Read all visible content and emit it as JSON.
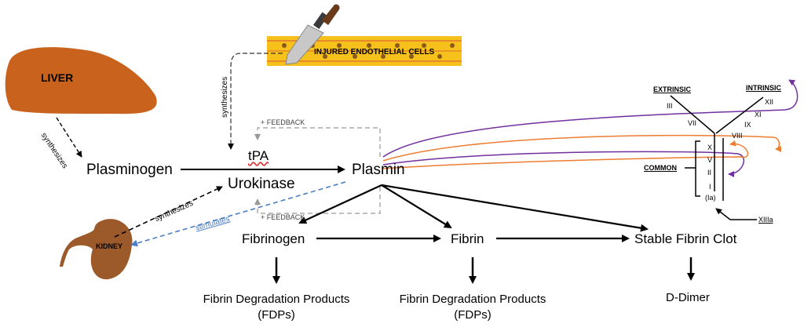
{
  "organs": {
    "liver": "LIVER",
    "kidney": "KIDNEY",
    "endothelium": "INJURED ENDOTHELIAL CELLS"
  },
  "nodes": {
    "plasminogen": "Plasminogen",
    "tpa": "tPA",
    "urokinase": "Urokinase",
    "plasmin": "Plasmin",
    "fibrinogen": "Fibrinogen",
    "fibrin": "Fibrin",
    "clot": "Stable Fibrin Clot",
    "fdp1_line1": "Fibrin Degradation Products",
    "fdp1_line2": "(FDPs)",
    "fdp2_line1": "Fibrin Degradation Products",
    "fdp2_line2": "(FDPs)",
    "ddimer": "D-Dimer"
  },
  "edge_labels": {
    "liver_synth": "synthesizes",
    "endo_synth": "synthesizes",
    "kidney_synth": "synthesizes",
    "stimulates": "stimulates",
    "feedback_top": "+ FEEDBACK",
    "feedback_bottom": "+ FEEDBACK"
  },
  "cascade": {
    "extrinsic": "EXTRINSIC",
    "intrinsic": "INTRINSIC",
    "common": "COMMON",
    "f_III": "III",
    "f_VII": "VII",
    "f_XII": "XII",
    "f_XI": "XI",
    "f_IX": "IX",
    "f_VIII": "VIII",
    "f_X": "X",
    "f_V": "V",
    "f_II": "II",
    "f_I": "I",
    "f_Ia": "(Ia)",
    "f_XIIIa": "XIIIa"
  },
  "colors": {
    "liver": "#c8621c",
    "kidney": "#9c5a2a",
    "endothelium_yellow": "#f5c11a",
    "endothelium_orange": "#e8892a",
    "stimulates_blue": "#4a7fc6",
    "purple": "#7030a0",
    "orange": "#ed7d31"
  }
}
